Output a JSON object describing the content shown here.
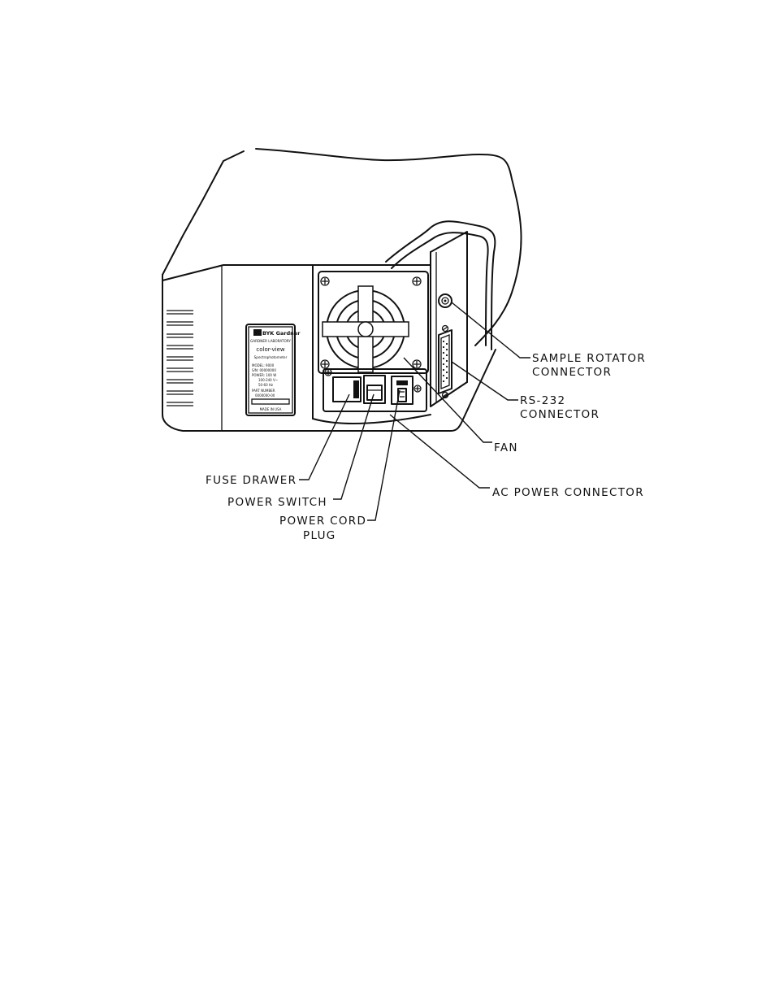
{
  "figure": {
    "callouts": {
      "sample_rotator_line1": "SAMPLE ROTATOR",
      "sample_rotator_line2": "CONNECTOR",
      "rs232_line1": "RS-232",
      "rs232_line2": "CONNECTOR",
      "fan": "FAN",
      "ac_power_connector": "AC POWER CONNECTOR",
      "fuse_drawer": "FUSE DRAWER",
      "power_switch": "POWER SWITCH",
      "power_cord_line1": "POWER CORD",
      "power_cord_line2": "PLUG"
    },
    "nameplate": {
      "brand": "BYK Gardner",
      "company": "GARDNER LABORATORY",
      "product": "color-view",
      "description": "Spectrophotometer",
      "model": "MODEL: 9000",
      "serial": "S/N: 00000000",
      "power": "POWER: 100 W",
      "voltage": "100-240 V~",
      "frequency": "50-60 Hz",
      "part_label": "PART NUMBER",
      "part_number": "0000000-00",
      "origin": "MADE IN USA"
    }
  }
}
